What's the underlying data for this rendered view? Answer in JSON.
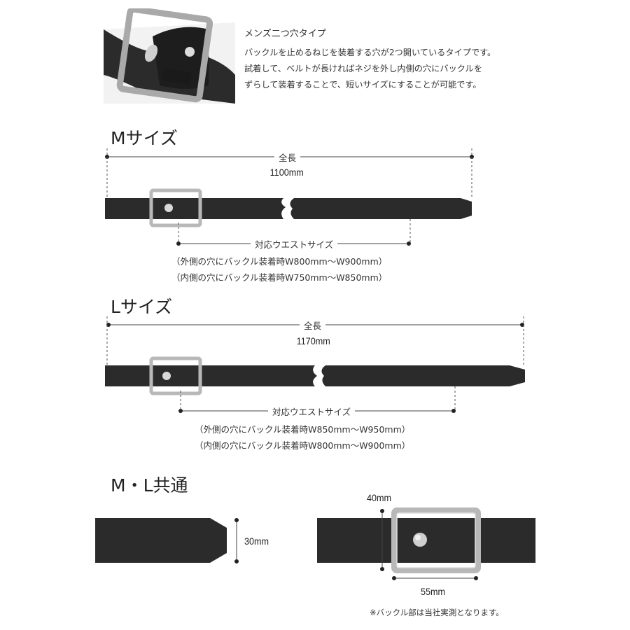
{
  "intro": {
    "title": "メンズ二つ穴タイプ",
    "lines": [
      "バックルを止めるねじを装着する穴が2つ開いているタイプです。",
      "試着して、ベルトが長ければネジを外し内側の穴にバックルを",
      "ずらして装着することで、短いサイズにすることが可能です。"
    ]
  },
  "m_size": {
    "title": "Mサイズ",
    "total_label": "全長",
    "total_value": "1100mm",
    "waist_label": "対応ウエストサイズ",
    "waist_outer": "（外側の穴にバックル装着時W800mm～W900mm）",
    "waist_inner": "（内側の穴にバックル装着時W750mm～W850mm）"
  },
  "l_size": {
    "title": "Lサイズ",
    "total_label": "全長",
    "total_value": "1170mm",
    "waist_label": "対応ウエストサイズ",
    "waist_outer": "（外側の穴にバックル装着時W850mm～W950mm）",
    "waist_inner": "（内側の穴にバックル装着時W800mm～W900mm）"
  },
  "common": {
    "title": "M・L共通",
    "width_value": "30mm",
    "buckle_height": "40mm",
    "buckle_width": "55mm",
    "footnote": "※バックル部は当社実測となります。"
  },
  "colors": {
    "belt": "#2b2b2b",
    "buckle": "#b8b8b8",
    "line": "#444444"
  }
}
